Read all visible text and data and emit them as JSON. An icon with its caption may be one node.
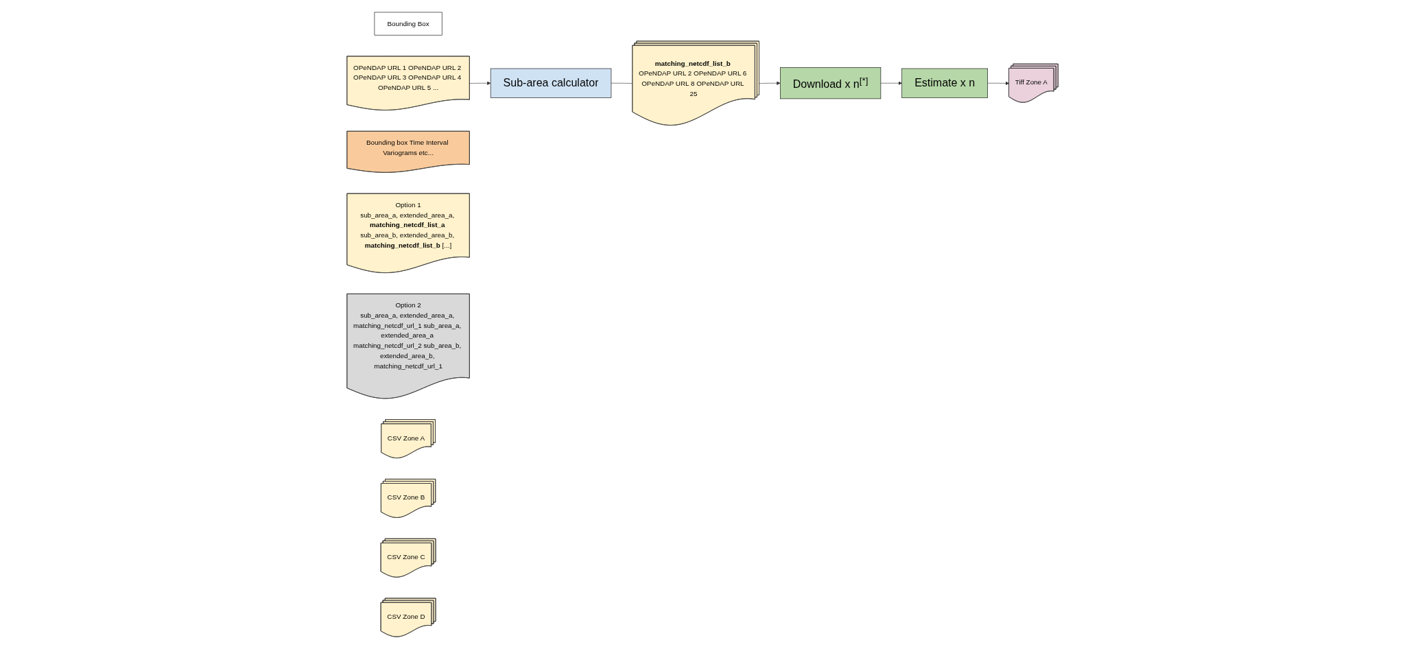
{
  "diagram": {
    "nodes": [
      {
        "text": [
          "Bounding Box"
        ]
      },
      {
        "text": [
          "OPeNDAP URL 1 OPeNDAP URL 2 OPeNDAP URL 3 OPeNDAP URL 4 OPeNDAP URL 5 ..."
        ]
      },
      {
        "text": [
          "Bounding box Time Interval Variograms etc..."
        ]
      },
      {
        "text": [
          "Sub-area calculator"
        ]
      },
      {
        "text": [
          "Option 1",
          "sub_area_a, extended_area_a, **matching_netcdf_list_a** sub_area_b, extended_area_b, **matching_netcdf_list_b** [...]"
        ]
      },
      {
        "text": [
          "**matching_netcdf_list_b** OPeNDAP URL 2 OPeNDAP URL 6 OPeNDAP URL 8 OPeNDAP URL 25"
        ]
      },
      {
        "text": [
          "Option 2",
          "sub_area_a, extended_area_a, matching_netcdf_url_1 sub_area_a, extended_area_a matching_netcdf_url_2 sub_area_b, extended_area_b, matching_netcdf_url_1"
        ]
      },
      {
        "text": [
          "Download x n$^{[*]}$"
        ]
      },
      {
        "text": [
          "CSV Zone A"
        ]
      },
      {
        "text": [
          "CSV Zone B"
        ]
      },
      {
        "text": [
          "CSV Zone C"
        ]
      },
      {
        "text": [
          "CSV Zone D"
        ]
      },
      {
        "text": [
          "Estimate x n"
        ]
      },
      {
        "text": [
          "Tiff Zone A"
        ]
      }
    ],
    "edges": [
      {
        "from": 1,
        "to": 3,
        "arrow": "to"
      },
      {
        "from": 3,
        "to": 5,
        "arrow": "none"
      },
      {
        "from": 5,
        "to": 7,
        "arrow": "to"
      },
      {
        "from": 7,
        "to": 12,
        "arrow": "to"
      },
      {
        "from": 12,
        "to": 13,
        "arrow": "to"
      }
    ]
  }
}
